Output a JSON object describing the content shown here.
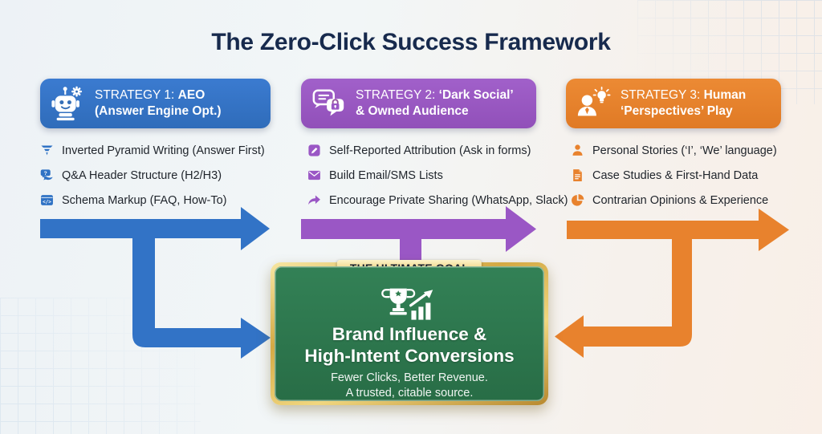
{
  "title": "The Zero-Click Success Framework",
  "colors": {
    "blue": "#2f72c4",
    "purple": "#9a57c5",
    "orange": "#e8822d",
    "green": "#2e7d4d",
    "gold": "#d4a944",
    "title_text": "#172a4d"
  },
  "strategies": [
    {
      "icon": "robot-gear-icon",
      "label_prefix": "STRATEGY 1: ",
      "label_bold": "AEO",
      "label_line2": "(Answer Engine Opt.)",
      "items": [
        {
          "icon": "inverted-pyramid-icon",
          "text": "Inverted Pyramid Writing (Answer First)"
        },
        {
          "icon": "qa-chat-icon",
          "text": "Q&A Header Structure (H2/H3)"
        },
        {
          "icon": "schema-code-icon",
          "text": "Schema Markup (FAQ, How-To)"
        }
      ]
    },
    {
      "icon": "chat-lock-icon",
      "label_prefix": "STRATEGY 2: ",
      "label_bold": "‘Dark Social’",
      "label_line2": "& Owned Audience",
      "items": [
        {
          "icon": "pencil-form-icon",
          "text": "Self-Reported Attribution (Ask in forms)"
        },
        {
          "icon": "envelope-icon",
          "text": "Build Email/SMS Lists"
        },
        {
          "icon": "share-arrow-icon",
          "text": "Encourage Private Sharing (WhatsApp, Slack)"
        }
      ]
    },
    {
      "icon": "person-lightbulb-icon",
      "label_prefix": "STRATEGY 3: ",
      "label_bold": "Human",
      "label_line2": "‘Perspectives’ Play",
      "items": [
        {
          "icon": "person-icon",
          "text": "Personal Stories (‘I’, ‘We’ language)"
        },
        {
          "icon": "case-study-doc-icon",
          "text": "Case Studies & First-Hand Data"
        },
        {
          "icon": "pie-chart-icon",
          "text": "Contrarian Opinions & Experience"
        }
      ]
    }
  ],
  "goal": {
    "badge": "THE ULTIMATE GOAL",
    "icon": "trophy-growth-icon",
    "title_line1": "Brand Influence &",
    "title_line2": "High-Intent Conversions",
    "subtitle_line1": "Fewer Clicks, Better Revenue.",
    "subtitle_line2": "A trusted, citable source."
  }
}
